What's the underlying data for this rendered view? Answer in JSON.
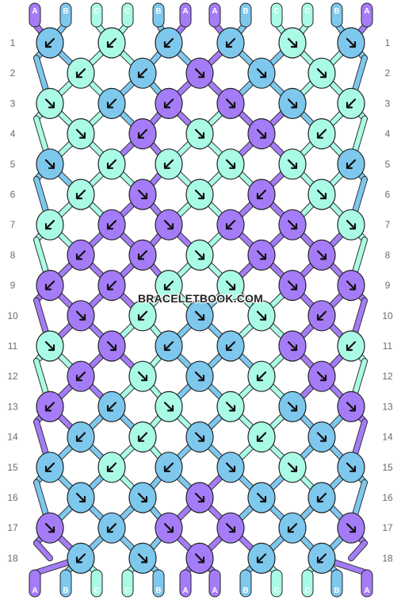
{
  "colors": {
    "A": "#a57cf7",
    "B": "#7ec8ee",
    "C": "#aafbe6",
    "outline": "#222222",
    "arrow": "#111111",
    "background": "#ffffff",
    "row_label": "#6b6b6b"
  },
  "threads_top": [
    "A",
    "B",
    "C",
    "C",
    "B",
    "A",
    "A",
    "B",
    "C",
    "C",
    "B",
    "A"
  ],
  "threads_bottom": [
    "A",
    "B",
    "C",
    "C",
    "B",
    "A",
    "A",
    "B",
    "C",
    "C",
    "B",
    "A"
  ],
  "row_labels": [
    "1",
    "2",
    "3",
    "4",
    "5",
    "6",
    "7",
    "8",
    "9",
    "10",
    "11",
    "12",
    "13",
    "14",
    "15",
    "16",
    "17",
    "18"
  ],
  "watermark": "BRACELETBOOK.COM",
  "knots": [
    {
      "row": 1,
      "cells": [
        [
          "B",
          "SW"
        ],
        [
          "C",
          "SW"
        ],
        [
          "B",
          "SW"
        ],
        [
          "B",
          "SW"
        ],
        [
          "C",
          "SE"
        ],
        [
          "B",
          "SE"
        ]
      ]
    },
    {
      "row": 2,
      "cells": [
        [
          "C",
          "SW"
        ],
        [
          "B",
          "SW"
        ],
        [
          "A",
          "SE"
        ],
        [
          "B",
          "SE"
        ],
        [
          "C",
          "SE"
        ]
      ]
    },
    {
      "row": 3,
      "cells": [
        [
          "C",
          "SE"
        ],
        [
          "B",
          "SW"
        ],
        [
          "A",
          "SW"
        ],
        [
          "A",
          "SE"
        ],
        [
          "B",
          "SE"
        ],
        [
          "C",
          "SW"
        ]
      ]
    },
    {
      "row": 4,
      "cells": [
        [
          "C",
          "SE"
        ],
        [
          "A",
          "SW"
        ],
        [
          "C",
          "SE"
        ],
        [
          "A",
          "SE"
        ],
        [
          "C",
          "SW"
        ]
      ]
    },
    {
      "row": 5,
      "cells": [
        [
          "B",
          "SE"
        ],
        [
          "C",
          "SW"
        ],
        [
          "C",
          "SW"
        ],
        [
          "C",
          "SE"
        ],
        [
          "C",
          "SE"
        ],
        [
          "B",
          "SW"
        ]
      ]
    },
    {
      "row": 6,
      "cells": [
        [
          "C",
          "SW"
        ],
        [
          "A",
          "SE"
        ],
        [
          "C",
          "SE"
        ],
        [
          "A",
          "SW"
        ],
        [
          "C",
          "SE"
        ]
      ]
    },
    {
      "row": 7,
      "cells": [
        [
          "C",
          "SW"
        ],
        [
          "A",
          "SW"
        ],
        [
          "A",
          "SE"
        ],
        [
          "A",
          "SW"
        ],
        [
          "A",
          "SE"
        ],
        [
          "C",
          "SE"
        ]
      ]
    },
    {
      "row": 8,
      "cells": [
        [
          "A",
          "SW"
        ],
        [
          "A",
          "SW"
        ],
        [
          "C",
          "SE"
        ],
        [
          "A",
          "SE"
        ],
        [
          "A",
          "SE"
        ]
      ]
    },
    {
      "row": 9,
      "cells": [
        [
          "A",
          "SW"
        ],
        [
          "A",
          "SW"
        ],
        [
          "C",
          "SW"
        ],
        [
          "C",
          "SE"
        ],
        [
          "A",
          "SE"
        ],
        [
          "A",
          "SE"
        ]
      ]
    },
    {
      "row": 10,
      "cells": [
        [
          "A",
          "SE"
        ],
        [
          "C",
          "SW"
        ],
        [
          "B",
          "SE"
        ],
        [
          "C",
          "SE"
        ],
        [
          "A",
          "SW"
        ]
      ]
    },
    {
      "row": 11,
      "cells": [
        [
          "C",
          "SE"
        ],
        [
          "A",
          "SE"
        ],
        [
          "B",
          "SW"
        ],
        [
          "B",
          "SW"
        ],
        [
          "A",
          "SE"
        ],
        [
          "C",
          "SW"
        ]
      ]
    },
    {
      "row": 12,
      "cells": [
        [
          "A",
          "SW"
        ],
        [
          "C",
          "SE"
        ],
        [
          "B",
          "SE"
        ],
        [
          "C",
          "SW"
        ],
        [
          "A",
          "SE"
        ]
      ]
    },
    {
      "row": 13,
      "cells": [
        [
          "A",
          "SW"
        ],
        [
          "B",
          "SW"
        ],
        [
          "C",
          "SE"
        ],
        [
          "C",
          "SE"
        ],
        [
          "B",
          "SE"
        ],
        [
          "A",
          "SE"
        ]
      ]
    },
    {
      "row": 14,
      "cells": [
        [
          "B",
          "SW"
        ],
        [
          "C",
          "SW"
        ],
        [
          "B",
          "SE"
        ],
        [
          "C",
          "SW"
        ],
        [
          "B",
          "SE"
        ]
      ]
    },
    {
      "row": 15,
      "cells": [
        [
          "B",
          "SW"
        ],
        [
          "C",
          "SW"
        ],
        [
          "B",
          "SW"
        ],
        [
          "B",
          "SE"
        ],
        [
          "C",
          "SE"
        ],
        [
          "B",
          "SE"
        ]
      ]
    },
    {
      "row": 16,
      "cells": [
        [
          "B",
          "SE"
        ],
        [
          "B",
          "SE"
        ],
        [
          "A",
          "SE"
        ],
        [
          "B",
          "SE"
        ],
        [
          "B",
          "SW"
        ]
      ]
    },
    {
      "row": 17,
      "cells": [
        [
          "A",
          "SE"
        ],
        [
          "B",
          "SW"
        ],
        [
          "A",
          "SE"
        ],
        [
          "A",
          "SE"
        ],
        [
          "B",
          "SW"
        ],
        [
          "A",
          "SE"
        ]
      ]
    },
    {
      "row": 18,
      "cells": [
        [
          "B",
          "SW"
        ],
        [
          "B",
          "SE"
        ],
        [
          "A",
          "SE"
        ],
        [
          "B",
          "SW"
        ],
        [
          "B",
          "SW"
        ]
      ]
    }
  ]
}
